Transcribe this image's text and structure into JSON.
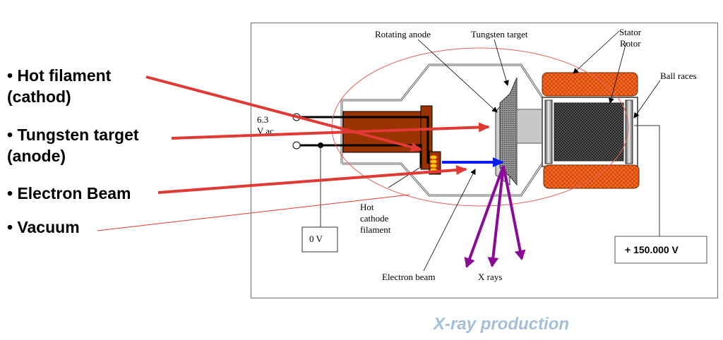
{
  "bullets": [
    {
      "line1": "• Hot filament",
      "line2": "(cathod)"
    },
    {
      "line1": "• Tungsten target",
      "line2": "(anode)"
    },
    {
      "line1": "• Electron Beam"
    },
    {
      "line1": "• Vacuum"
    }
  ],
  "diagram_labels": {
    "rotating_anode": "Rotating anode",
    "tungsten_target": "Tungsten target",
    "stator": "Stator",
    "rotor": "Rotor",
    "ball_races": "Ball races",
    "voltage_filament_1": "6.3",
    "voltage_filament_2": "V ac",
    "hot_cathode_1": "Hot",
    "hot_cathode_2": "cathode",
    "hot_cathode_3": "filament",
    "electron_beam": "Electron beam",
    "x_rays": "X rays",
    "zero_volt": "0 V",
    "high_voltage": "+ 150.000 V"
  },
  "caption": "X-ray production",
  "colors": {
    "pointer_red": "#e03a35",
    "beam_blue": "#0a1cf0",
    "xray_purple": "#8a0c96",
    "cathode_brown": "#993300",
    "stator_orange": "#f0641e",
    "caption_blue": "#a3bfd6",
    "vacuum_outline": "#e8605a"
  }
}
